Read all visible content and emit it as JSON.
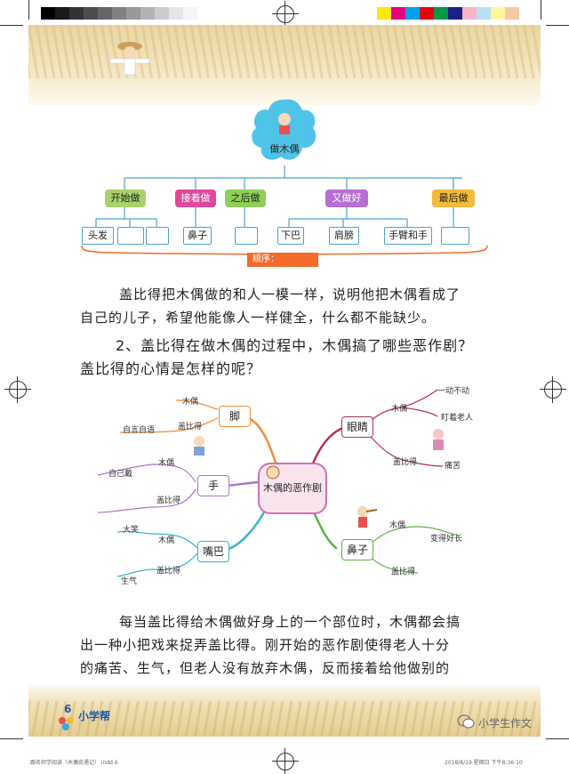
{
  "mindmap1": {
    "center": "做木偶",
    "steps": [
      "开始做",
      "接着做",
      "之后做",
      "又做好",
      "最后做"
    ],
    "step_colors": [
      "#a7d36b",
      "#e0489b",
      "#8fcf57",
      "#b56fd3",
      "#f4ba3a"
    ],
    "slots": [
      "头发",
      "",
      "",
      "鼻子",
      "",
      "下巴",
      "肩膀",
      "手臂和手",
      ""
    ],
    "order_label": "顺序："
  },
  "para1_line1": "盖比得把木偶做的和人一模一样，说明他把木偶看成了",
  "para1_line2": "自己的儿子，希望他能像人一样健全，什么都不能缺少。",
  "question_line1": "2、盖比得在做木偶的过程中，木偶搞了哪些恶作剧？",
  "question_line2": "盖比得的心情是怎样的呢？",
  "mindmap2": {
    "center": "木偶的恶作剧",
    "branches": {
      "foot": "脚",
      "hand": "手",
      "mouth": "嘴巴",
      "eyes": "眼睛",
      "nose": "鼻子"
    },
    "branch_colors": {
      "foot": "#f08b3a",
      "hand": "#b074c8",
      "mouth": "#36b4c9",
      "eyes": "#b1324f",
      "nose": "#5bb346"
    },
    "labels": {
      "foot_muou": "木偶",
      "foot_gai": "盖比得",
      "foot_leaf": "自言自语",
      "hand_muou": "木偶",
      "hand_leaf": "自己戴",
      "hand_gai": "盖比得",
      "mouth_leaf1": "大笑",
      "mouth_muou": "木偶",
      "mouth_gai": "盖比得",
      "mouth_leaf2": "生气",
      "eyes_muou": "木偶",
      "eyes_leaf1": "一动不动",
      "eyes_leaf2": "盯着老人",
      "eyes_gai": "盖比得",
      "eyes_leaf3": "痛苦",
      "nose_muou": "木偶",
      "nose_leaf": "变得好长",
      "nose_gai": "盖比得"
    }
  },
  "para2_line1": "每当盖比得给木偶做好身上的一个部位时，木偶都会搞",
  "para2_line2": "出一种小把戏来捉弄盖比得。刚开始的恶作剧使得老人十分",
  "para2_line3": "的痛苦、生气，但老人没有放弃木偶，反而接着给他做别的",
  "page_number": "6",
  "brand": "小学帮",
  "watermark": "小学生作文",
  "footer_left": "跟名师学阅读（木偶奇遇记）.indd 6",
  "footer_right": "2018/8/19 星期日 下午8:36:10"
}
